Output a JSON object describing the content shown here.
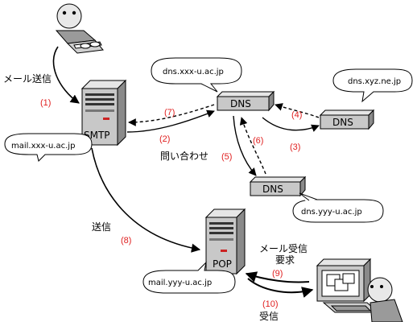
{
  "labels": {
    "mail_send": "メール送信",
    "step1": "(1)",
    "smtp": "SMTP",
    "smtp_host": "mail.xxx-u.ac.jp",
    "step2": "(2)",
    "query": "問い合わせ",
    "step3": "(3)",
    "step4": "(4)",
    "step5": "(5)",
    "step6": "(6)",
    "step7": "(7)",
    "dns1": "DNS",
    "dns1_host": "dns.xxx-u.ac.jp",
    "dns2": "DNS",
    "dns2_host": "dns.xyz.ne.jp",
    "dns3": "DNS",
    "dns3_host": "dns.yyy-u.ac.jp",
    "send": "送信",
    "step8": "(8)",
    "pop": "POP",
    "pop_host": "mail.yyy-u.ac.jp",
    "mail_recv_req_1": "メール受信",
    "mail_recv_req_2": "要求",
    "step9": "(9)",
    "step10": "(10)",
    "receive": "受信"
  },
  "colors": {
    "step_number": "#e02020",
    "arrow": "#000000"
  }
}
